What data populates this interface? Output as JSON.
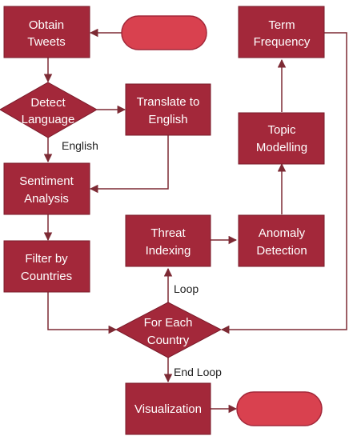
{
  "colors": {
    "box_fill": "#a3283a",
    "box_stroke": "#7a1b2a",
    "pill_fill": "#d9414f",
    "line": "#7d2a34",
    "text": "#ffffff",
    "label_text": "#222222"
  },
  "nodes": {
    "obtain_tweets": {
      "line1": "Obtain",
      "line2": "Tweets"
    },
    "detect_language": {
      "line1": "Detect",
      "line2": "Language"
    },
    "translate": {
      "line1": "Translate to",
      "line2": "English"
    },
    "sentiment": {
      "line1": "Sentiment",
      "line2": "Analysis"
    },
    "filter": {
      "line1": "Filter by",
      "line2": "Countries"
    },
    "threat": {
      "line1": "Threat",
      "line2": "Indexing"
    },
    "anomaly": {
      "line1": "Anomaly",
      "line2": "Detection"
    },
    "topic": {
      "line1": "Topic",
      "line2": "Modelling"
    },
    "term": {
      "line1": "Term",
      "line2": "Frequency"
    },
    "for_each": {
      "line1": "For Each",
      "line2": "Country"
    },
    "visualization": {
      "line1": "Visualization"
    }
  },
  "edge_labels": {
    "english": "English",
    "loop": "Loop",
    "end_loop": "End Loop"
  }
}
